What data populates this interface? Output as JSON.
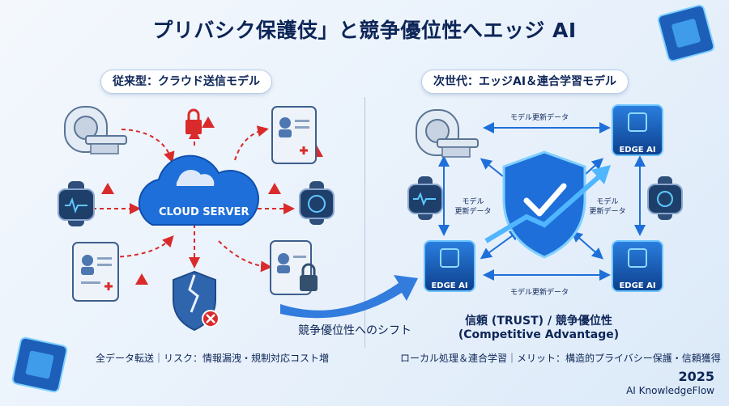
{
  "title": "プリバシク保護伎」と競争優位性へエッジ AI",
  "left": {
    "header": "従来型：クラウド送信モデル",
    "server": "CLOUD SERVER",
    "caption": "全データ転送｜リスク：情報漏洩・規制対応コスト増"
  },
  "right": {
    "header": "次世代：エッジAI＆連合学習モデル",
    "edge_label": "EDGE AI",
    "update_label": "モデル更新データ",
    "side_label_line1": "モデル",
    "side_label_line2": "更新データ",
    "trust_line1": "信頼 (TRUST) / 競争優位性",
    "trust_line2": "(Competitive Advantage)",
    "caption": "ローカル処理＆連合学習｜メリット：構造的プライバシー保護・信頼獲得"
  },
  "shift_label": "競争優位性へのシフト",
  "brand": {
    "year": "2025",
    "name": "AI KnowledgeFlow"
  },
  "colors": {
    "navy": "#0d2557",
    "accent": "#1e6fd9",
    "warning": "#d92b2b"
  }
}
